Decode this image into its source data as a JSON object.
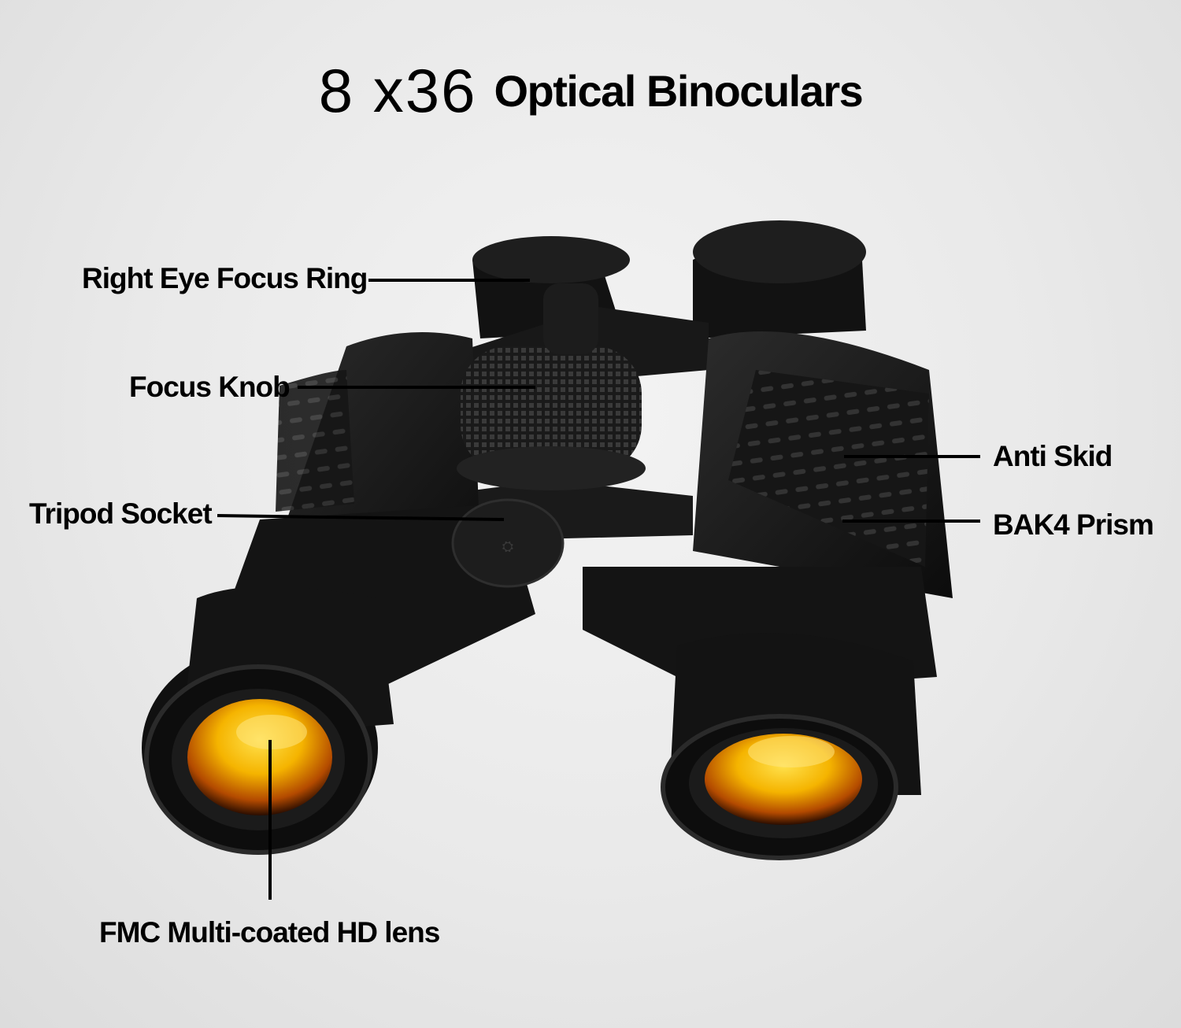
{
  "title": {
    "spec": "8 x36",
    "name": "Optical Binoculars"
  },
  "callouts": {
    "right_eye_focus_ring": "Right Eye Focus Ring",
    "focus_knob": "Focus Knob",
    "tripod_socket": "Tripod Socket",
    "anti_skid": "Anti Skid",
    "bak4_prism": "BAK4 Prism",
    "lens": "FMC Multi-coated HD lens"
  },
  "colors": {
    "body": "#151515",
    "rubber": "#202020",
    "lens_coating": "#f5b400",
    "leader_line": "#000000",
    "background": "#e9e9e9"
  }
}
